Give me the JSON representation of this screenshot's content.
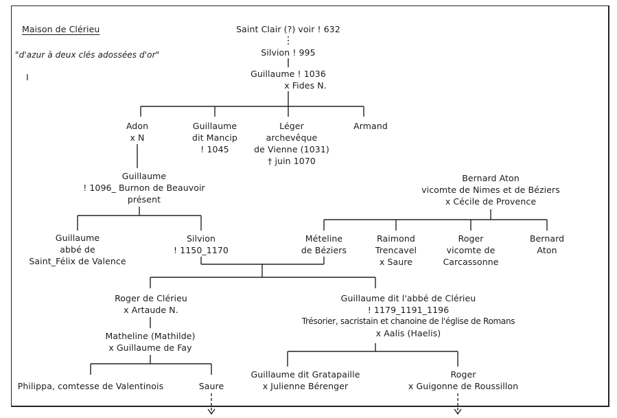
{
  "header": {
    "title": "Maison de Clérieu",
    "motto": "\"d'azur à deux clés adossées d'or\"",
    "numeral": "I"
  },
  "persons": {
    "saint_clair": [
      "Saint Clair (?) voir ! 632"
    ],
    "silvion1": [
      "Silvion ! 995"
    ],
    "guillaume1": [
      "Guillaume ! 1036",
      "x Fides N."
    ],
    "adon": [
      "Adon",
      "x N"
    ],
    "guillaume_mancip": [
      "Guillaume",
      "dit Mancip",
      "! 1045"
    ],
    "leger": [
      "Léger",
      "archevêque",
      "de Vienne (1031)",
      "† juin 1070"
    ],
    "armand": [
      "Armand"
    ],
    "guillaume2": [
      "Guillaume",
      "! 1096_ Burnon de Beauvoir",
      "présent"
    ],
    "bernard_aton": [
      "Bernard Aton",
      "vicomte de Nimes et de Béziers",
      "x Cécile de Provence"
    ],
    "guillaume_abbe": [
      "Guillaume",
      "abbé de",
      "Saint_Félix de Valence"
    ],
    "silvion2": [
      "Silvion",
      "! 1150_1170"
    ],
    "meteline": [
      "Mételine",
      "de Béziers"
    ],
    "raimond": [
      "Raimond",
      "Trencavel",
      "x Saure"
    ],
    "roger_carcassonne": [
      "Roger",
      "vicomte de",
      "Carcassonne"
    ],
    "bernard_aton2": [
      "Bernard",
      "Aton"
    ],
    "roger_clerieu": [
      "Roger de Clérieu",
      "x Artaude N."
    ],
    "guillaume_abbe_clerieu": [
      "Guillaume dit l'abbé de Clérieu",
      "! 1179_1191_1196",
      "Trésorier, sacristain et chanoine de l'église de Romans",
      "x Aalis (Haelis)"
    ],
    "matheline": [
      "Matheline (Mathilde)",
      "x Guillaume de Fay"
    ],
    "philippa": [
      "Philippa, comtesse de Valentinois"
    ],
    "saure": [
      "Saure"
    ],
    "guillaume_gratapaille": [
      "Guillaume dit Gratapaille",
      "x Julienne Bérenger"
    ],
    "roger_roussillon": [
      "Roger",
      "x Guigonne de Roussillon"
    ]
  },
  "colors": {
    "ink": "#1a1a1a",
    "paper": "#ffffff"
  }
}
